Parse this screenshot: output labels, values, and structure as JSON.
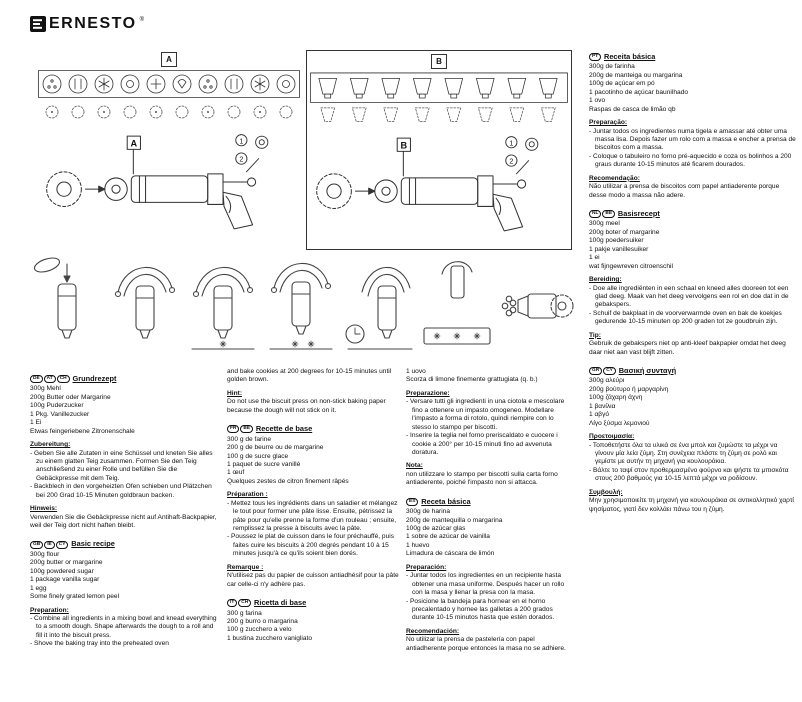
{
  "brand": {
    "name": "ERNESTO",
    "registered": "®"
  },
  "panels": {
    "a": {
      "label": "A",
      "device_label": "A",
      "step1": "1",
      "step2": "2"
    },
    "b": {
      "label": "B",
      "device_label": "B",
      "step1": "1",
      "step2": "2"
    }
  },
  "sections": {
    "de": {
      "badges": [
        "DE",
        "AT",
        "CH"
      ],
      "title": "Grundrezept",
      "ingredients": [
        "300g Mehl",
        "200g Butter oder Margarine",
        "100g Puderzucker",
        "1 Pkg. Vanillezucker",
        "1 Ei",
        "Etwas feingeriebene Zitronenschale"
      ],
      "prep_heading": "Zubereitung:",
      "prep": [
        "- Geben Sie alle Zutaten in eine Schüssel und kneten Sie alles zu einem glatten Teig zusammen. Formen Sie den Teig anschließend zu einer Rolle und befüllen Sie die Gebäckpresse mit dem Teig.",
        "- Backblech in den vorgeheizten Ofen schieben und Plätzchen bei 200 Grad 10-15 Minuten goldbraun backen."
      ],
      "note_heading": "Hinweis:",
      "note": "Verwenden Sie die Gebäckpresse nicht auf Antihaft-Backpapier, weil der Teig dort nicht haften bleibt."
    },
    "gb": {
      "badges": [
        "GB",
        "IE",
        "CY"
      ],
      "title": "Basic recipe",
      "ingredients": [
        "300g flour",
        "200g butter or margarine",
        "100g powdered sugar",
        "1 package vanilla sugar",
        "1 egg",
        "Some finely grated lemon peel"
      ],
      "prep_heading": "Preparation:",
      "prep": [
        "- Combine all ingredients in a mixing bowl and knead everything to a smooth dough. Shape afterwards the dough to a roll and fill it into the biscuit press.",
        "- Shove the baking tray into the preheated oven"
      ],
      "prep_continued": "and bake cookies at 200 degrees for 10-15 minutes until golden brown.",
      "note_heading": "Hint:",
      "note": "Do not use the biscuit press on non-stick baking paper because the dough will not stick on it."
    },
    "fr": {
      "badges": [
        "FR",
        "BE"
      ],
      "title": "Recette de base",
      "ingredients": [
        "300 g de farine",
        "200 g de beurre ou de margarine",
        "100 g de sucre glace",
        "1 paquet de sucre vanillé",
        "1 œuf",
        "Quelques zestes de citron finement râpés"
      ],
      "prep_heading": "Préparation :",
      "prep": [
        "- Mettez tous les ingrédients dans un saladier et mélangez le tout pour former une pâte lisse. Ensuite, pétrissez la pâte pour qu'elle prenne la forme d'un rouleau ; ensuite, remplissez la presse à biscuits avec la pâte.",
        "- Poussez le plat de cuisson dans le four préchauffé, puis faites cuire les biscuits à 200 degrés pendant 10 à 15 minutes jusqu'à ce qu'ils soient bien dorés."
      ],
      "note_heading": "Remarque :",
      "note": "N'utilisez pas du papier de cuisson antiadhésif pour la pâte car celle-ci n'y adhère pas."
    },
    "it": {
      "badges": [
        "IT",
        "CH"
      ],
      "title": "Ricetta di base",
      "ingredients": [
        "300 g farina",
        "200 g burro o margarina",
        "100 g zucchero a velo",
        "1 bustina zucchero vanigliato"
      ],
      "ingredients_continued": [
        "1 uovo",
        "Scorza di limone finemente grattugiata (q. b.)"
      ],
      "prep_heading": "Preparazione:",
      "prep": [
        "- Versare tutti gli ingredienti in una ciotola e mescolare fino a ottenere un impasto omogeneo. Modellare l'impasto a forma di rotolo, quindi riempire con lo stesso lo stampo per biscotti.",
        "- Inserire la teglia nel forno preriscaldato e cuocere i cookie a 200° per 10-15 minuti fino ad avvenuta doratura."
      ],
      "note_heading": "Nota:",
      "note": "non utilizzare lo stampo per biscotti sulla carta forno antiaderente, poiché l'impasto non si attacca."
    },
    "es": {
      "badges": [
        "ES"
      ],
      "title": "Receta básica",
      "ingredients": [
        "300g de harina",
        "200g de mantequilla o margarina",
        "100g de azúcar glas",
        "1 sobre de azúcar de vainilla",
        "1 huevo",
        "Limadura de cáscara de limón"
      ],
      "prep_heading": "Preparación:",
      "prep": [
        "- Juntar todos los ingredientes en un recipiente hasta obtener una masa uniforme. Después hacer un rollo con la masa y llenar la presa con la masa.",
        "- Posicione la bandeja para hornear en el horno precalentado y hornee las galletas a 200 grados durante 10-15 minutos hasta que estén dorados."
      ],
      "note_heading": "Recomendación:",
      "note": "No utilizar la prensa de pastelería con papel antiadherente porque entonces la masa no se adhiere."
    },
    "pt": {
      "badges": [
        "PT"
      ],
      "title": "Receita básica",
      "ingredients": [
        "300g de farinha",
        "200g de manteiga ou margarina",
        "100g de açúcar em pó",
        "1 pacotinho de açúcar baunilhado",
        "1 ovo",
        "Raspas de casca de limão qb"
      ],
      "prep_heading": "Preparação:",
      "prep": [
        "- Juntar todos os ingredientes numa tigela e amassar até obter uma massa lisa. Depois fazer um rolo com a massa e encher a prensa de biscoitos com a massa.",
        "- Coloque o tabuleiro no forno pré-aquecido e coza os bolinhos a 200 graus durante 10-15 minutos até ficarem dourados."
      ],
      "note_heading": "Recomendação:",
      "note": "Não utilizar a prensa de biscoitos com papel antiaderente porque desse modo a massa não adere."
    },
    "nl": {
      "badges": [
        "NL",
        "BE"
      ],
      "title": "Basisrecept",
      "ingredients": [
        "300g meel",
        "200g boter of margarine",
        "100g poedersuiker",
        "1 pakje vanillesuiker",
        "1 ei",
        "wat fijngewreven citroenschil"
      ],
      "prep_heading": "Bereiding:",
      "prep": [
        "- Doe alle ingrediënten in een schaal en kneed alles dooreen tot een glad deeg. Maak van het deeg vervolgens een rol en doe dat in de gebakspers.",
        "- Schuif de bakplaat in de voorverwarmde oven en bak de koekjes gedurende 10-15 minuten op 200 graden tot ze goudbruin zijn."
      ],
      "note_heading": "Tip:",
      "note": "Gebruik de gebakspers niet op anti-kleef bakpapier omdat het deeg daar niet aan vast blijft zitten."
    },
    "gr": {
      "badges": [
        "GR",
        "CY"
      ],
      "title": "Βασική συνταγή",
      "ingredients": [
        "300g αλεύρι",
        "200g βούτυρο ή μαργαρίνη",
        "100g ζάχαρη άχνη",
        "1 βανίλια",
        "1 αβγό",
        "Λίγο ξύσμα λεμονιού"
      ],
      "prep_heading": "Προετοιμασία:",
      "prep": [
        "- Τοποθετήστε όλα τα υλικά σε ένα μπολ και ζυμώστε τα μέχρι να γίνουν μία λεία ζύμη. Στη συνέχεια πλάστε τη ζύμη σε ρολό και γεμίστε με αυτήν τη μηχανή για κουλουράκια.",
        "- Βάλτε το ταψί στον προθερμασμένο φούρνο και ψήστε τα μπισκότα στους 200 βαθμούς για 10-15 λεπτά μέχρι να ροδίσουν."
      ],
      "note_heading": "Συμβουλή:",
      "note": "Μην χρησιμοποιείτε τη μηχανή για κουλουράκια σε αντικολλητικό χαρτί ψησίματος, γιατί δεν κολλάει πάνω του η ζύμη."
    }
  }
}
